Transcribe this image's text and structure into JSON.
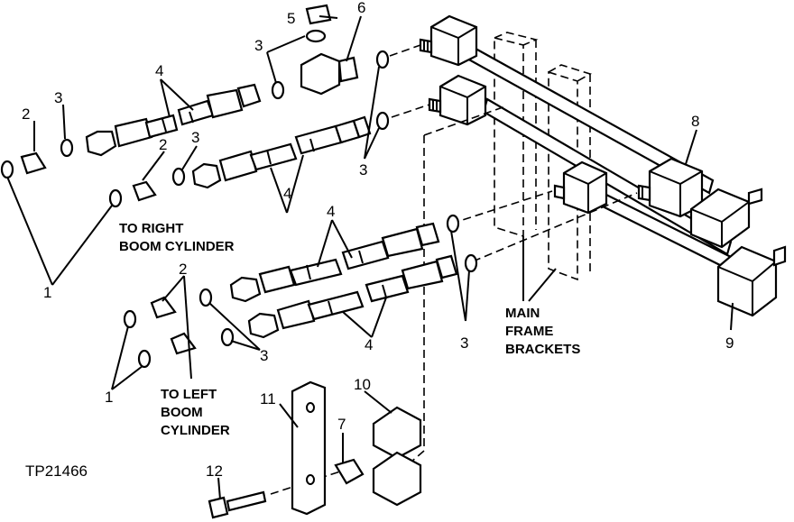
{
  "figure_id": "TP21466",
  "labels": {
    "right_cyl": [
      "TO RIGHT",
      "BOOM CYLINDER"
    ],
    "left_cyl": [
      "TO LEFT",
      "BOOM",
      "CYLINDER"
    ],
    "brackets": [
      "MAIN",
      "FRAME",
      "BRACKETS"
    ]
  },
  "callouts": {
    "c1a": "1",
    "c1b": "1",
    "c2a": "2",
    "c2b": "2",
    "c2c": "2",
    "c3a": "3",
    "c3b": "3",
    "c3c": "3",
    "c3d": "3",
    "c3e": "3",
    "c3f": "3",
    "c4a": "4",
    "c4b": "4",
    "c4c": "4",
    "c4d": "4",
    "c5": "5",
    "c6": "6",
    "c7": "7",
    "c8": "8",
    "c9": "9",
    "c10": "10",
    "c11": "11",
    "c12": "12"
  }
}
